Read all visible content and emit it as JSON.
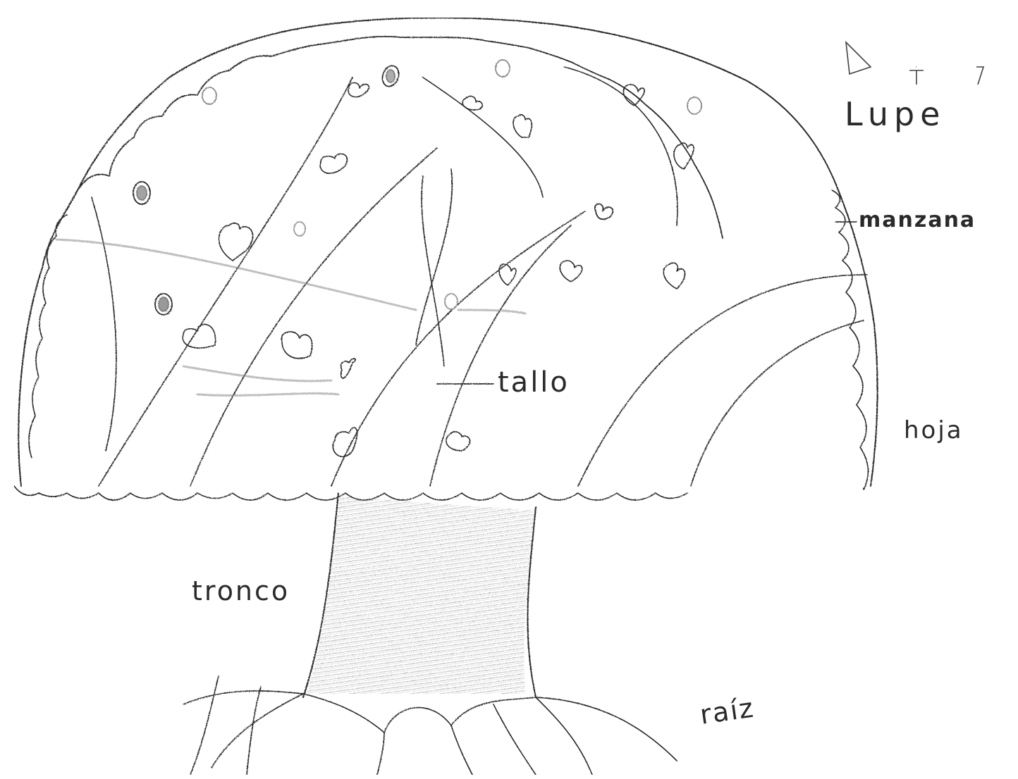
{
  "drawing": {
    "author_name": "Lupe",
    "labels": {
      "apple": "manzana",
      "stem": "tallo",
      "leaf": "hoja",
      "trunk": "tronco",
      "root": "raíz"
    }
  }
}
